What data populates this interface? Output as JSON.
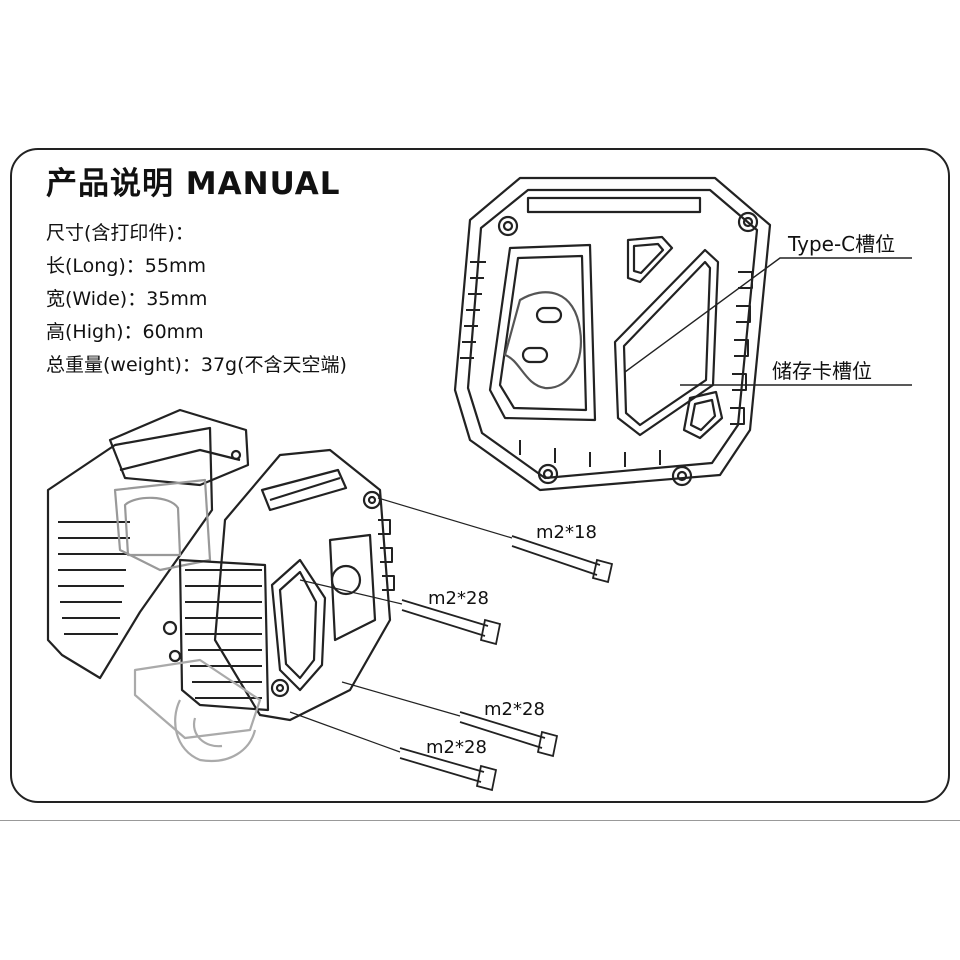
{
  "title": "产品说明 MANUAL",
  "specs": [
    "尺寸(含打印件)：",
    "长(Long)：55mm",
    "宽(Wide)：35mm",
    "高(High)：60mm",
    "总重量(weight)：37g(不含天空端)"
  ],
  "callouts": {
    "typec": "Type-C槽位",
    "storage": "储存卡槽位"
  },
  "screws": [
    "m2*18",
    "m2*28",
    "m2*28",
    "m2*28"
  ],
  "colors": {
    "line": "#222222",
    "light": "#bbbbbb",
    "background": "#ffffff"
  }
}
